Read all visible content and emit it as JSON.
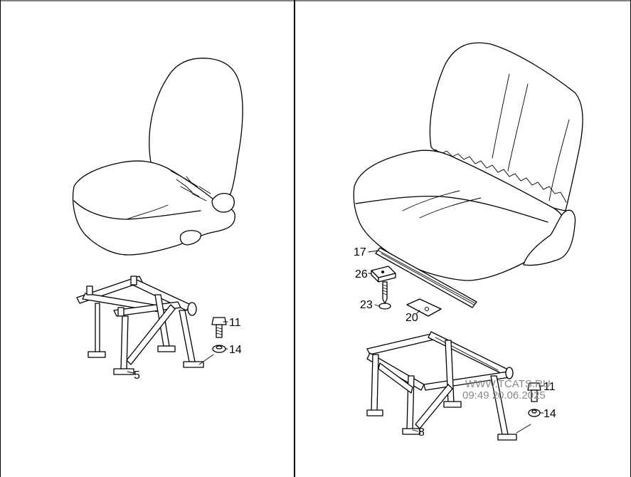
{
  "panels": {
    "left": {
      "callouts": {
        "frame": "5",
        "bolt": "11",
        "washer": "14"
      }
    },
    "right": {
      "callouts": {
        "rail": "17",
        "clamp": "26",
        "screw": "23",
        "plate": "20",
        "frame": "8",
        "bolt": "11",
        "washer": "14"
      }
    }
  },
  "watermark": {
    "line1": "WWW.TCATS.RU",
    "line2": "09:49 20.06.2025"
  }
}
